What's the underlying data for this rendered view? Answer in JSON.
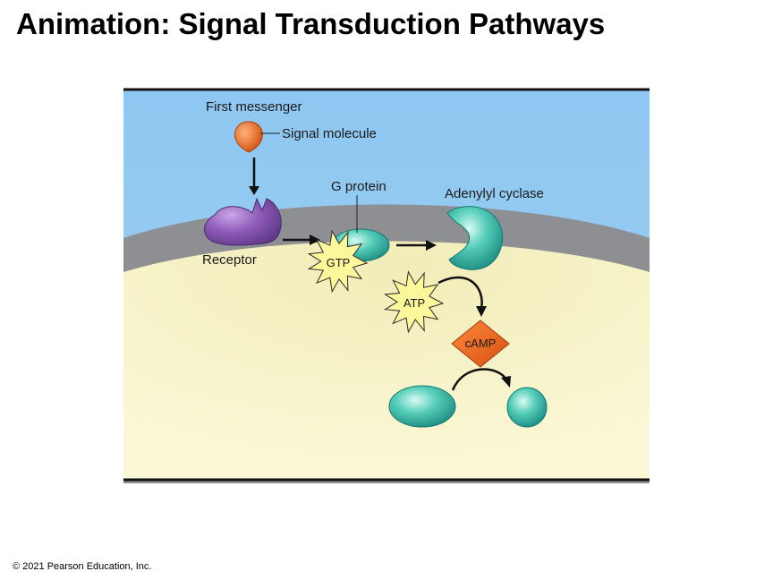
{
  "title": "Animation: Signal Transduction Pathways",
  "figure": {
    "first_messenger": "First messenger",
    "signal_molecule": "Signal molecule",
    "g_protein": "G protein",
    "adenylyl_cyclase": "Adenylyl cyclase",
    "receptor": "Receptor",
    "gtp": "GTP",
    "atp": "ATP",
    "camp": "cAMP"
  },
  "footer": {
    "copyright": "© 2021 Pearson Education, Inc."
  }
}
